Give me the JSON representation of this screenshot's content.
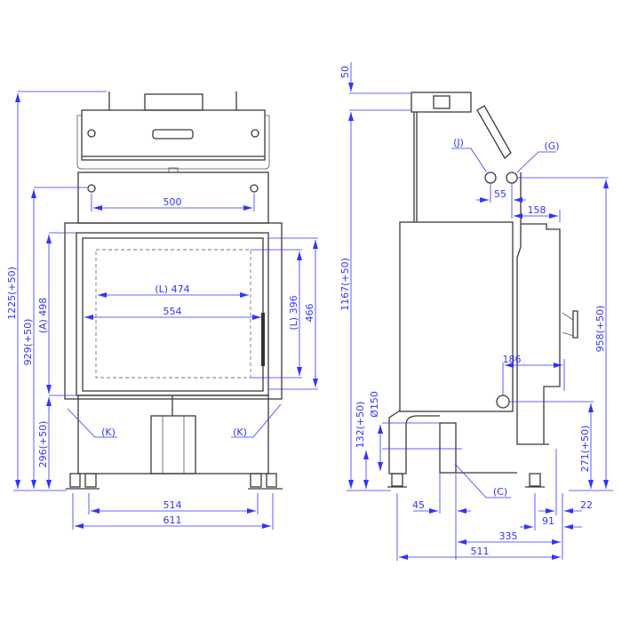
{
  "colors": {
    "dimension": "#3333ff",
    "outline": "#3a3a3a"
  },
  "front_view": {
    "dims": {
      "total_height": "1225(+50)",
      "connection_height": "929(+50)",
      "opening_height": "(A) 498",
      "base_height": "296(+50)",
      "glass_height": "(L) 396",
      "door_height": "466",
      "hole_spacing": "500",
      "glass_width": "(L) 474",
      "opening_width": "554",
      "foot_spacing": "514",
      "total_width": "611"
    },
    "labels": {
      "k_left": "(K)",
      "k_right": "(K)"
    }
  },
  "side_view": {
    "dims": {
      "collar": "50",
      "total_height": "1167(+50)",
      "pipe_height": "958(+50)",
      "pipe_spacing": "55",
      "pipe_offset": "158",
      "inlet_offset": "186",
      "air_diameter": "Ø150",
      "air_height": "132(+50)",
      "inlet_height": "271(+50)",
      "d45": "45",
      "d22": "22",
      "d91": "91",
      "d335": "335",
      "depth": "511"
    },
    "labels": {
      "j": "(J)",
      "g": "(G)",
      "c": "(C)"
    }
  }
}
